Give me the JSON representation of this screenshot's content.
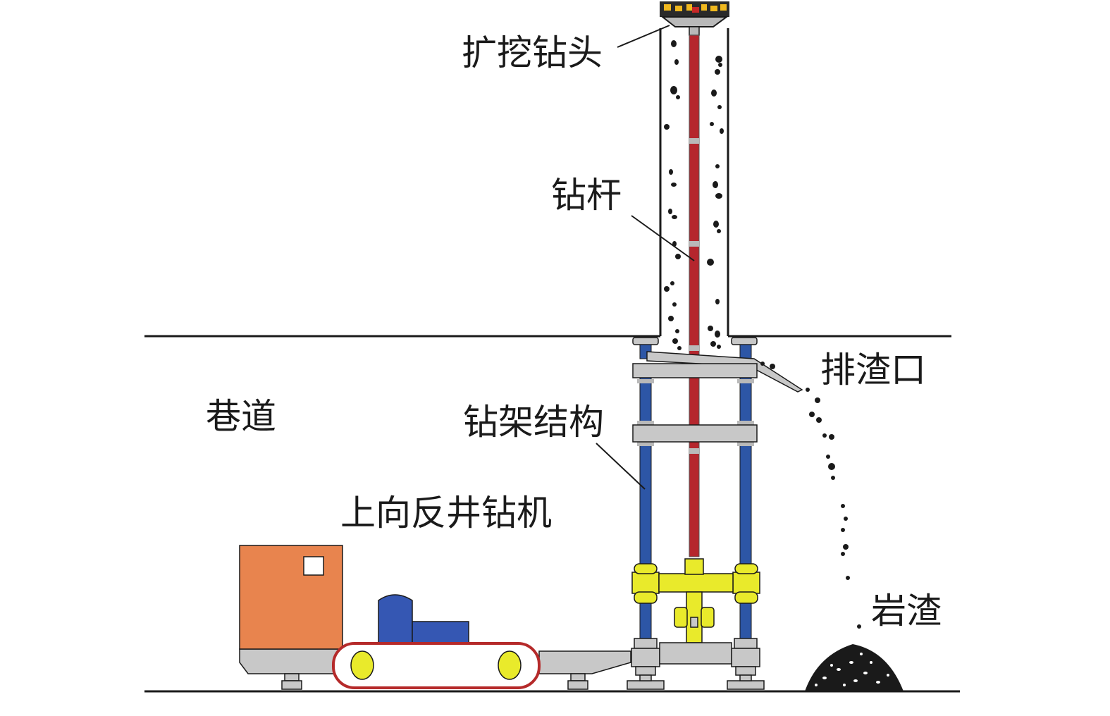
{
  "labels": {
    "reaming_bit": "扩挖钻头",
    "drill_rod": "钻杆",
    "slag_outlet": "排渣口",
    "tunnel": "巷道",
    "drill_frame": "钻架结构",
    "raise_boring_machine": "上向反井钻机",
    "rock_slag": "岩渣"
  },
  "colors": {
    "outline": "#1a1a1a",
    "drill_rod": "#b5262d",
    "frame_column": "#2d56a6",
    "frame_beam": "#c8c8c8",
    "clamp": "#e9ea2b",
    "power_unit": "#e8844e",
    "motor": "#3557b3",
    "crawler": "#b52a2a",
    "wheel": "#e9ea2b",
    "rock": "#1a1a1a",
    "bit_cutter": "#f0b81e"
  }
}
